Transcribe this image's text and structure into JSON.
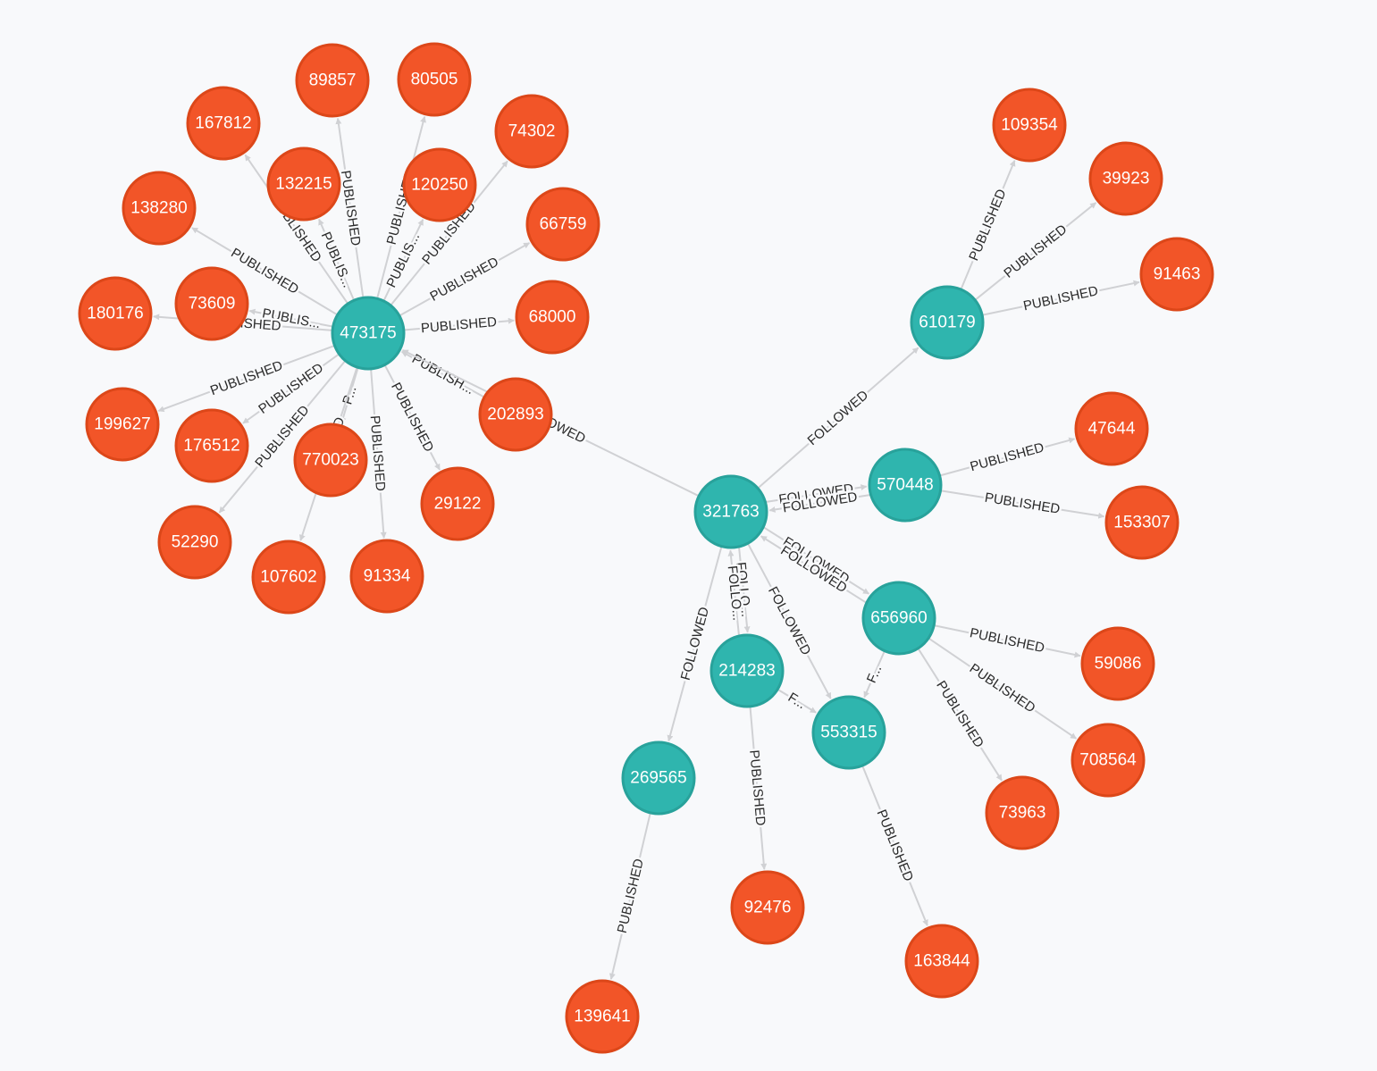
{
  "colors": {
    "user_fill": "#2fb5ae",
    "user_stroke": "#28a29b",
    "post_fill": "#f25528",
    "post_stroke": "#dc4719",
    "edge": "#d0d1d4",
    "label_text": "#2a2a2a",
    "background": "#f8f9fb"
  },
  "graph": {
    "nodes": [
      {
        "id": "473175",
        "label": "473175",
        "kind": "user"
      },
      {
        "id": "321763",
        "label": "321763",
        "kind": "user"
      },
      {
        "id": "610179",
        "label": "610179",
        "kind": "user"
      },
      {
        "id": "570448",
        "label": "570448",
        "kind": "user"
      },
      {
        "id": "656960",
        "label": "656960",
        "kind": "user"
      },
      {
        "id": "214283",
        "label": "214283",
        "kind": "user"
      },
      {
        "id": "553315",
        "label": "553315",
        "kind": "user"
      },
      {
        "id": "269565",
        "label": "269565",
        "kind": "user"
      },
      {
        "id": "89857",
        "label": "89857",
        "kind": "post"
      },
      {
        "id": "80505",
        "label": "80505",
        "kind": "post"
      },
      {
        "id": "167812",
        "label": "167812",
        "kind": "post"
      },
      {
        "id": "74302",
        "label": "74302",
        "kind": "post"
      },
      {
        "id": "132215",
        "label": "132215",
        "kind": "post"
      },
      {
        "id": "120250",
        "label": "120250",
        "kind": "post"
      },
      {
        "id": "138280",
        "label": "138280",
        "kind": "post"
      },
      {
        "id": "66759",
        "label": "66759",
        "kind": "post"
      },
      {
        "id": "73609",
        "label": "73609",
        "kind": "post"
      },
      {
        "id": "180176",
        "label": "180176",
        "kind": "post"
      },
      {
        "id": "68000",
        "label": "68000",
        "kind": "post"
      },
      {
        "id": "202893",
        "label": "202893",
        "kind": "post"
      },
      {
        "id": "199627",
        "label": "199627",
        "kind": "post"
      },
      {
        "id": "176512",
        "label": "176512",
        "kind": "post"
      },
      {
        "id": "770023",
        "label": "770023",
        "kind": "post"
      },
      {
        "id": "29122",
        "label": "29122",
        "kind": "post"
      },
      {
        "id": "52290",
        "label": "52290",
        "kind": "post"
      },
      {
        "id": "107602",
        "label": "107602",
        "kind": "post"
      },
      {
        "id": "91334",
        "label": "91334",
        "kind": "post"
      },
      {
        "id": "109354",
        "label": "109354",
        "kind": "post"
      },
      {
        "id": "39923",
        "label": "39923",
        "kind": "post"
      },
      {
        "id": "91463",
        "label": "91463",
        "kind": "post"
      },
      {
        "id": "47644",
        "label": "47644",
        "kind": "post"
      },
      {
        "id": "153307",
        "label": "153307",
        "kind": "post"
      },
      {
        "id": "59086",
        "label": "59086",
        "kind": "post"
      },
      {
        "id": "708564",
        "label": "708564",
        "kind": "post"
      },
      {
        "id": "73963",
        "label": "73963",
        "kind": "post"
      },
      {
        "id": "92476",
        "label": "92476",
        "kind": "post"
      },
      {
        "id": "163844",
        "label": "163844",
        "kind": "post"
      },
      {
        "id": "139641",
        "label": "139641",
        "kind": "post"
      }
    ],
    "edges": [
      {
        "from": "473175",
        "to": "89857",
        "label": "PUBLISHED"
      },
      {
        "from": "473175",
        "to": "80505",
        "label": "PUBLISHED"
      },
      {
        "from": "473175",
        "to": "167812",
        "label": "PUBLISHED"
      },
      {
        "from": "473175",
        "to": "74302",
        "label": "PUBLISHED"
      },
      {
        "from": "473175",
        "to": "132215",
        "label": "PUBLIS..."
      },
      {
        "from": "473175",
        "to": "120250",
        "label": "PUBLIS..."
      },
      {
        "from": "473175",
        "to": "138280",
        "label": "PUBLISHED"
      },
      {
        "from": "473175",
        "to": "66759",
        "label": "PUBLISHED"
      },
      {
        "from": "473175",
        "to": "73609",
        "label": "PUBLIS..."
      },
      {
        "from": "473175",
        "to": "180176",
        "label": "PUBLISHED"
      },
      {
        "from": "473175",
        "to": "68000",
        "label": "PUBLISHED"
      },
      {
        "from": "202893",
        "to": "473175",
        "label": "PUBLISH..."
      },
      {
        "from": "473175",
        "to": "199627",
        "label": "PUBLISHED"
      },
      {
        "from": "473175",
        "to": "176512",
        "label": "PUBLISHED"
      },
      {
        "from": "473175",
        "to": "770023",
        "label": "P..."
      },
      {
        "from": "473175",
        "to": "29122",
        "label": "PUBLISHED"
      },
      {
        "from": "473175",
        "to": "52290",
        "label": "PUBLISHED"
      },
      {
        "from": "473175",
        "to": "107602",
        "label": "PUBLISHED"
      },
      {
        "from": "473175",
        "to": "91334",
        "label": "PUBLISHED"
      },
      {
        "from": "321763",
        "to": "473175",
        "label": "FOLLOWED"
      },
      {
        "from": "321763",
        "to": "610179",
        "label": "FOLLOWED"
      },
      {
        "from": "321763",
        "to": "570448",
        "label": "FOLLOWED"
      },
      {
        "from": "570448",
        "to": "321763",
        "label": "FOLLOWED"
      },
      {
        "from": "321763",
        "to": "656960",
        "label": "FOLLOWED"
      },
      {
        "from": "656960",
        "to": "321763",
        "label": "FOLLOWED"
      },
      {
        "from": "321763",
        "to": "214283",
        "label": "FOLLO..."
      },
      {
        "from": "214283",
        "to": "321763",
        "label": "FOLLO..."
      },
      {
        "from": "321763",
        "to": "553315",
        "label": "FOLLOWED"
      },
      {
        "from": "321763",
        "to": "269565",
        "label": "FOLLOWED"
      },
      {
        "from": "656960",
        "to": "553315",
        "label": "F..."
      },
      {
        "from": "214283",
        "to": "553315",
        "label": "F..."
      },
      {
        "from": "610179",
        "to": "109354",
        "label": "PUBLISHED"
      },
      {
        "from": "610179",
        "to": "39923",
        "label": "PUBLISHED"
      },
      {
        "from": "610179",
        "to": "91463",
        "label": "PUBLISHED"
      },
      {
        "from": "570448",
        "to": "47644",
        "label": "PUBLISHED"
      },
      {
        "from": "570448",
        "to": "153307",
        "label": "PUBLISHED"
      },
      {
        "from": "656960",
        "to": "59086",
        "label": "PUBLISHED"
      },
      {
        "from": "656960",
        "to": "708564",
        "label": "PUBLISHED"
      },
      {
        "from": "656960",
        "to": "73963",
        "label": "PUBLISHED"
      },
      {
        "from": "214283",
        "to": "92476",
        "label": "PUBLISHED"
      },
      {
        "from": "553315",
        "to": "163844",
        "label": "PUBLISHED"
      },
      {
        "from": "269565",
        "to": "139641",
        "label": "PUBLISHED"
      }
    ]
  }
}
